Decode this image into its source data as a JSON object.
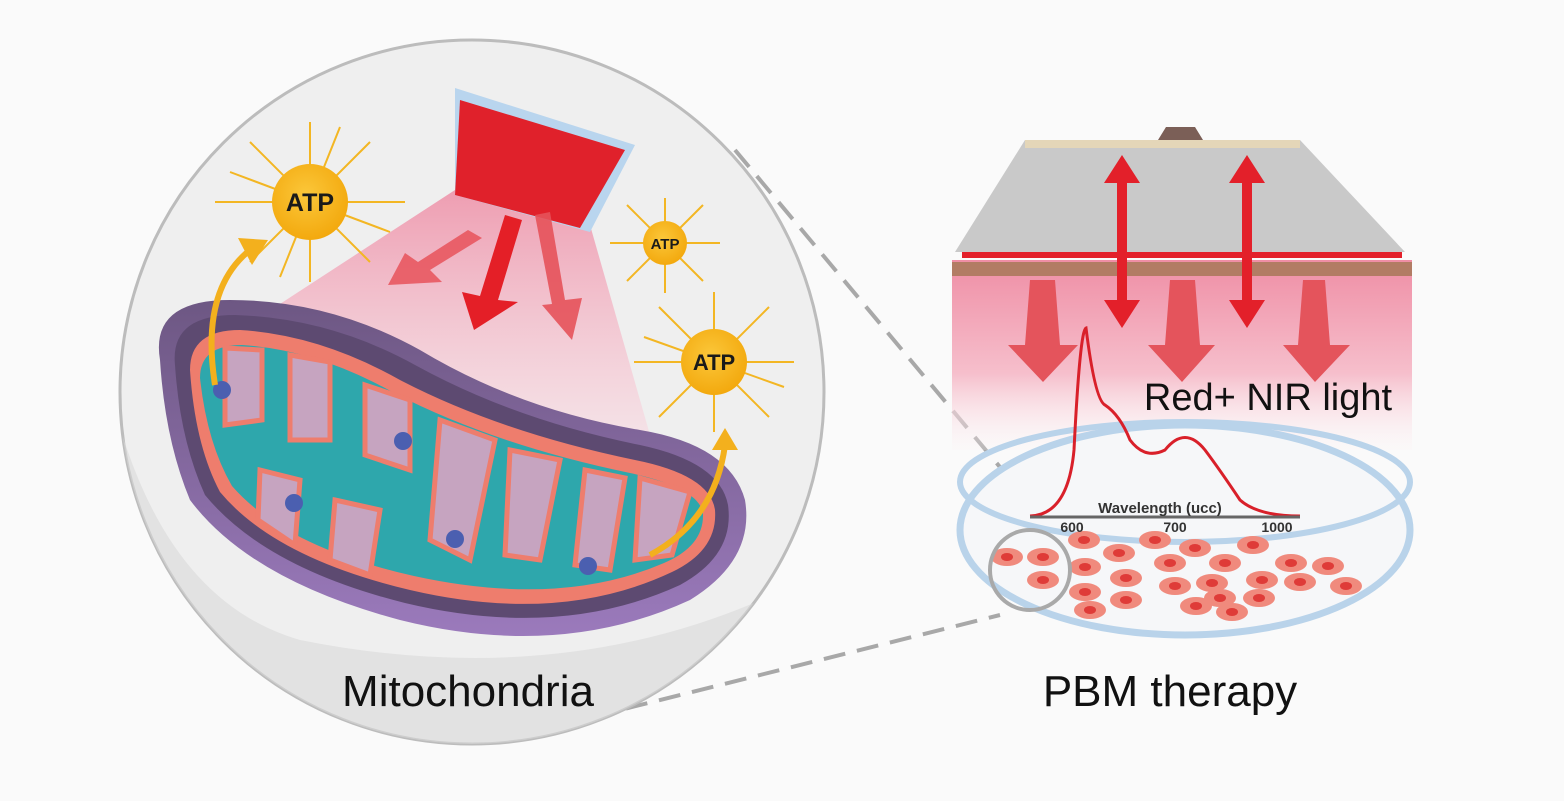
{
  "figure": {
    "left_panel": {
      "label": "Mitochondria",
      "atp_labels": [
        "ATP",
        "ATP",
        "ATP"
      ]
    },
    "right_panel": {
      "label": "PBM therapy",
      "light_label": "Red+ NIR light",
      "spectrum": {
        "axis_label": "Wavelength (ucc)",
        "ticks": [
          "600",
          "700",
          "1000"
        ]
      }
    }
  },
  "colors": {
    "background": "#f9f9f9",
    "circle_fill": "#efefef",
    "circle_stroke": "#bdbdbd",
    "light_red": "#e3202a",
    "beam_pink": "#f2a2b5",
    "atp_gold": "#f6b41e",
    "mito_outer": "#9a78b8",
    "mito_dark": "#5e4a72",
    "cristae": "#ef7d6d",
    "matrix": "#2fa8ad",
    "dish_blue": "#b9d3ea",
    "cell_red": "#ee7466",
    "dashed_gray": "#a9a9a9",
    "device_gray": "#c8c8c8",
    "skin_brown": "#b07a62"
  }
}
